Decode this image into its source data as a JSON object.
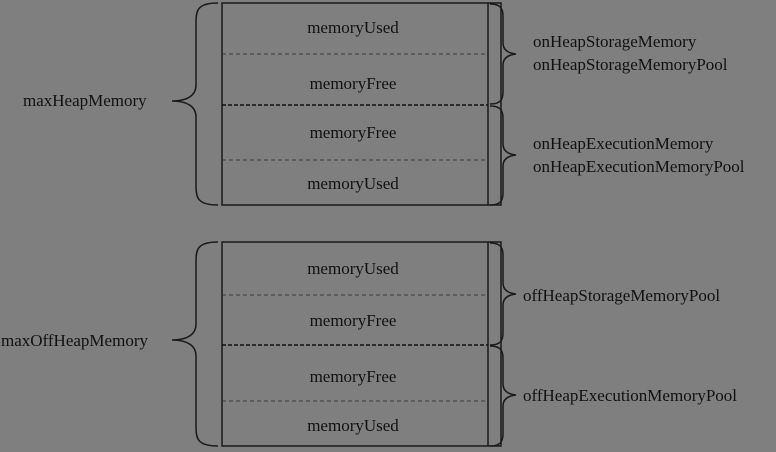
{
  "on_heap": {
    "total_label": "maxHeapMemory",
    "rows": [
      "memoryUsed",
      "memoryFree",
      "memoryFree",
      "memoryUsed"
    ],
    "storage_labels": [
      "onHeapStorageMemory",
      "onHeapStorageMemoryPool"
    ],
    "execution_labels": [
      "onHeapExecutionMemory",
      "onHeapExecutionMemoryPool"
    ]
  },
  "off_heap": {
    "total_label": "maxOffHeapMemory",
    "rows": [
      "memoryUsed",
      "memoryFree",
      "memoryFree",
      "memoryUsed"
    ],
    "storage_labels": [
      "offHeapStorageMemoryPool"
    ],
    "execution_labels": [
      "offHeapExecutionMemoryPool"
    ]
  }
}
